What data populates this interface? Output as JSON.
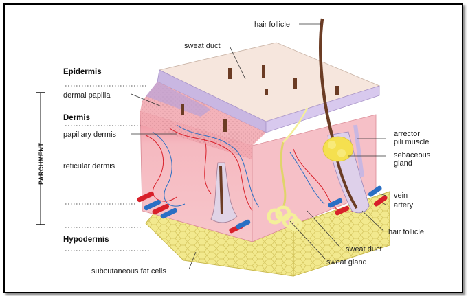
{
  "layers": {
    "epidermis": "Epidermis",
    "dermis": "Dermis",
    "hypodermis": "Hypodermis"
  },
  "side_label": "PARCHMENT",
  "labels": {
    "hair_follicle_top": "hair follicle",
    "sweat_duct_top": "sweat duct",
    "dermal_papilla": "dermal papilla",
    "papillary_dermis": "papillary dermis",
    "reticular_dermis": "reticular dermis",
    "subcutaneous_fat_cells": "subcutaneous fat cells",
    "arrector_line1": "arrector",
    "arrector_line2": "pili muscle",
    "sebaceous_line1": "sebaceous",
    "sebaceous_line2": "gland",
    "vein": "vein",
    "artery": "artery",
    "hair_follicle_bottom": "hair follicle",
    "sweat_duct_bottom": "sweat duct",
    "sweat_gland": "sweat gland"
  },
  "colors": {
    "epidermis_top": "#f6e6dd",
    "epidermis_side": "#c9b7e2",
    "dermis": "#f5b6be",
    "papillary": "#f09ea8",
    "hypodermis": "#f2e98e",
    "fat_lines": "#d2c25a",
    "artery": "#d8202a",
    "vein": "#2a6fc4",
    "hair": "#6b3c24",
    "sweat": "#f4ef9a",
    "sebaceous": "#f5e04f"
  }
}
